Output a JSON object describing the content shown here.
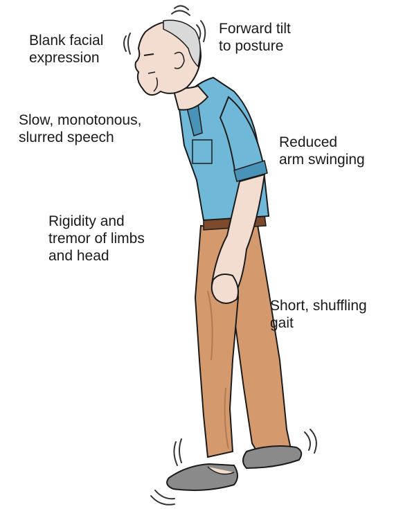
{
  "labels": {
    "blank_face": [
      "Blank facial",
      "expression"
    ],
    "forward_tilt": [
      "Forward tilt",
      "to posture"
    ],
    "speech": [
      "Slow, monotonous,",
      "slurred speech"
    ],
    "arm": [
      "Reduced",
      "arm swinging"
    ],
    "rigidity": [
      "Rigidity and",
      "tremor of limbs",
      "and head"
    ],
    "gait": [
      "Short, shuffling",
      "gait"
    ]
  },
  "colors": {
    "shirt": "#6fb8d8",
    "shirt_shadow": "#4a93b8",
    "pants": "#d49a6e",
    "pants_shadow": "#b07a52",
    "skin": "#f2ddd0",
    "shoes": "#8a8a8a",
    "belt": "#7a4a2a",
    "outline": "#1a1a1a"
  }
}
